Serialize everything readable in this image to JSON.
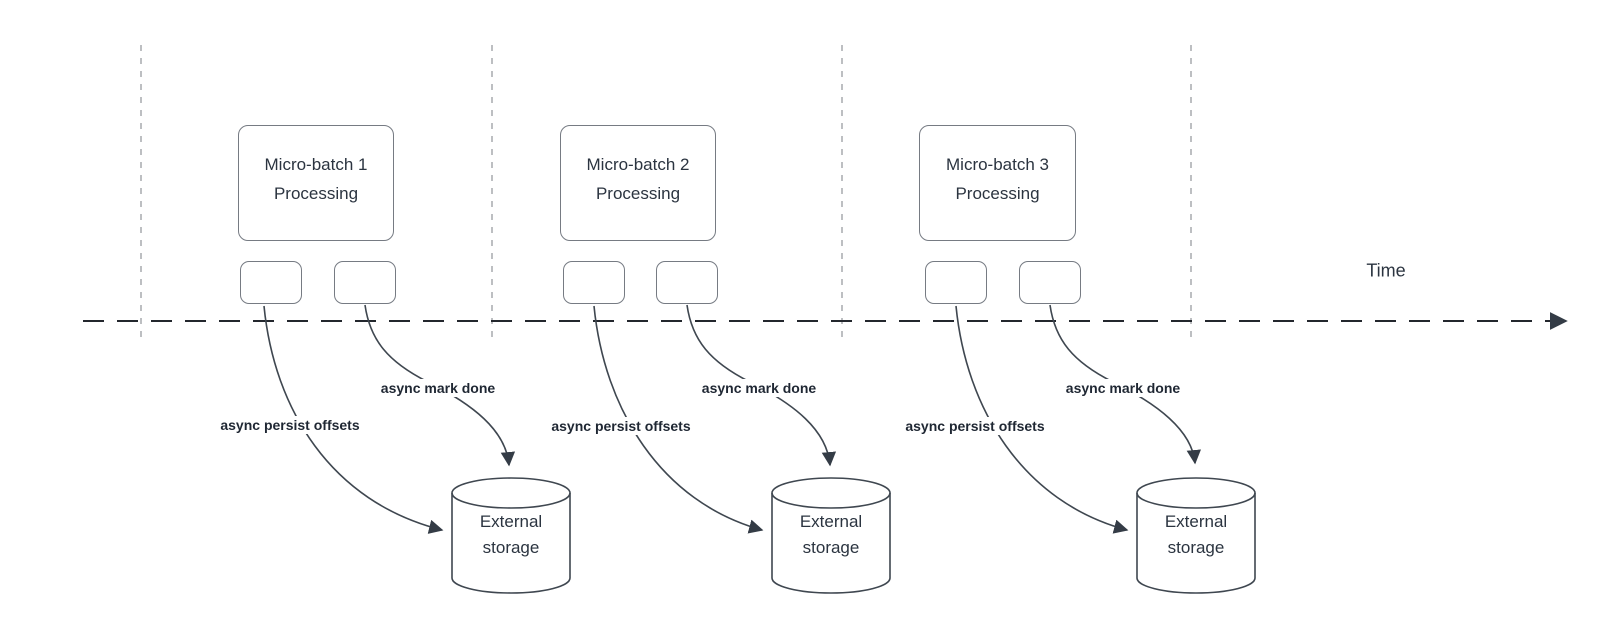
{
  "diagram": {
    "time_axis_label": "Time",
    "batches": [
      {
        "title": "Micro-batch 1\nProcessing",
        "persist_label": "async persist offsets",
        "mark_done_label": "async mark done",
        "storage_label": "External\nstorage"
      },
      {
        "title": "Micro-batch 2\nProcessing",
        "persist_label": "async persist offsets",
        "mark_done_label": "async mark done",
        "storage_label": "External\nstorage"
      },
      {
        "title": "Micro-batch 3\nProcessing",
        "persist_label": "async persist offsets",
        "mark_done_label": "async mark done",
        "storage_label": "External\nstorage"
      }
    ],
    "colors": {
      "shape_border": "#767b83",
      "connector_stroke": "#3f4750",
      "divider_dash": "#a7aaad",
      "timeline_stroke": "#23272d",
      "text": "#2b3440",
      "label_text": "#1f2733",
      "background": "#ffffff"
    }
  }
}
